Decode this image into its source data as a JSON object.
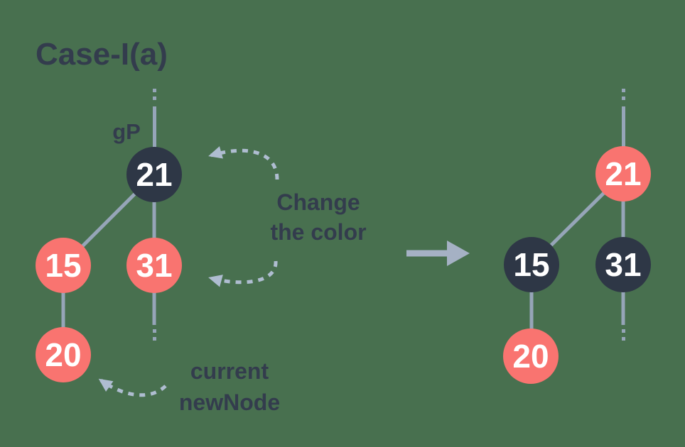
{
  "title": "Case-I(a)",
  "palette": {
    "background": "#48704F",
    "node_black": "#2E3746",
    "node_red": "#F97470",
    "node_text": "#FFFFFF",
    "edge": "#96A5B8",
    "dashed_annotation": "#AFBDD1",
    "transform_arrow": "#A5B1C4",
    "label_text": "#333C4D"
  },
  "annotations": {
    "grandparent_label": "gP",
    "change_color_line1": "Change",
    "change_color_line2": "the color",
    "current_line1": "current",
    "current_line2": "newNode"
  },
  "before_tree": {
    "name": "before",
    "nodes": [
      {
        "id": "grandparent",
        "value": "21",
        "color": "black"
      },
      {
        "id": "left-child",
        "value": "15",
        "color": "red"
      },
      {
        "id": "right-child",
        "value": "31",
        "color": "red"
      },
      {
        "id": "new-node",
        "value": "20",
        "color": "red"
      }
    ]
  },
  "after_tree": {
    "name": "after",
    "nodes": [
      {
        "id": "grandparent",
        "value": "21",
        "color": "red"
      },
      {
        "id": "left-child",
        "value": "15",
        "color": "black"
      },
      {
        "id": "right-child",
        "value": "31",
        "color": "black"
      },
      {
        "id": "new-node",
        "value": "20",
        "color": "red"
      }
    ]
  }
}
